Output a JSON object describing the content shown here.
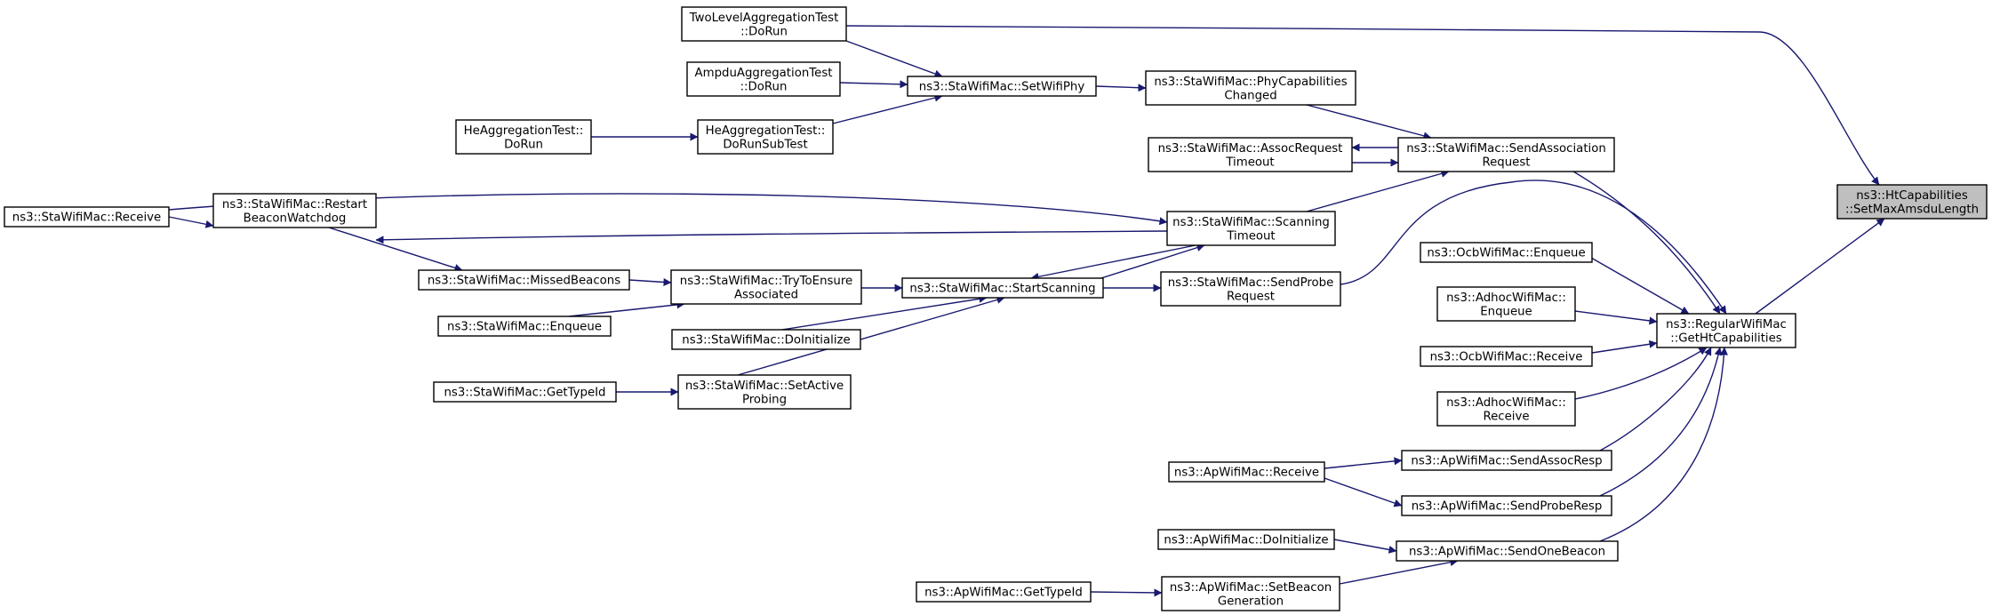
{
  "graph": {
    "nodes": [
      {
        "id": "target",
        "lines": [
          "ns3::HtCapabilities",
          "::SetMaxAmsduLength"
        ],
        "highlight": true
      },
      {
        "id": "twolevel",
        "lines": [
          "TwoLevelAggregationTest",
          "::DoRun"
        ]
      },
      {
        "id": "ampdu",
        "lines": [
          "AmpduAggregationTest",
          "::DoRun"
        ]
      },
      {
        "id": "heagg",
        "lines": [
          "HeAggregationTest::",
          "DoRun"
        ]
      },
      {
        "id": "heaggsub",
        "lines": [
          "HeAggregationTest::",
          "DoRunSubTest"
        ]
      },
      {
        "id": "setwifiphy",
        "lines": [
          "ns3::StaWifiMac::SetWifiPhy"
        ]
      },
      {
        "id": "phycap",
        "lines": [
          "ns3::StaWifiMac::PhyCapabilities",
          "Changed"
        ]
      },
      {
        "id": "assocreq",
        "lines": [
          "ns3::StaWifiMac::AssocRequest",
          "Timeout"
        ]
      },
      {
        "id": "sendassoc",
        "lines": [
          "ns3::StaWifiMac::SendAssociation",
          "Request"
        ]
      },
      {
        "id": "stareceive",
        "lines": [
          "ns3::StaWifiMac::Receive"
        ]
      },
      {
        "id": "restart",
        "lines": [
          "ns3::StaWifiMac::Restart",
          "BeaconWatchdog"
        ]
      },
      {
        "id": "scantimeout",
        "lines": [
          "ns3::StaWifiMac::Scanning",
          "Timeout"
        ]
      },
      {
        "id": "missed",
        "lines": [
          "ns3::StaWifiMac::MissedBeacons"
        ]
      },
      {
        "id": "trytoensure",
        "lines": [
          "ns3::StaWifiMac::TryToEnsure",
          "Associated"
        ]
      },
      {
        "id": "startscan",
        "lines": [
          "ns3::StaWifiMac::StartScanning"
        ]
      },
      {
        "id": "sendprobe",
        "lines": [
          "ns3::StaWifiMac::SendProbe",
          "Request"
        ]
      },
      {
        "id": "staenqueue",
        "lines": [
          "ns3::StaWifiMac::Enqueue"
        ]
      },
      {
        "id": "stadoinit",
        "lines": [
          "ns3::StaWifiMac::DoInitialize"
        ]
      },
      {
        "id": "stagettype",
        "lines": [
          "ns3::StaWifiMac::GetTypeId"
        ]
      },
      {
        "id": "setactive",
        "lines": [
          "ns3::StaWifiMac::SetActive",
          "Probing"
        ]
      },
      {
        "id": "ocbenqueue",
        "lines": [
          "ns3::OcbWifiMac::Enqueue"
        ]
      },
      {
        "id": "adhocenqueue",
        "lines": [
          "ns3::AdhocWifiMac::",
          "Enqueue"
        ]
      },
      {
        "id": "ocbreceive",
        "lines": [
          "ns3::OcbWifiMac::Receive"
        ]
      },
      {
        "id": "adhocreceive",
        "lines": [
          "ns3::AdhocWifiMac::",
          "Receive"
        ]
      },
      {
        "id": "regular",
        "lines": [
          "ns3::RegularWifiMac",
          "::GetHtCapabilities"
        ]
      },
      {
        "id": "apreceive",
        "lines": [
          "ns3::ApWifiMac::Receive"
        ]
      },
      {
        "id": "sendassocresp",
        "lines": [
          "ns3::ApWifiMac::SendAssocResp"
        ]
      },
      {
        "id": "sendproberesp",
        "lines": [
          "ns3::ApWifiMac::SendProbeResp"
        ]
      },
      {
        "id": "apdoinit",
        "lines": [
          "ns3::ApWifiMac::DoInitialize"
        ]
      },
      {
        "id": "sendbeacon",
        "lines": [
          "ns3::ApWifiMac::SendOneBeacon"
        ]
      },
      {
        "id": "apgettype",
        "lines": [
          "ns3::ApWifiMac::GetTypeId"
        ]
      },
      {
        "id": "setbeacongen",
        "lines": [
          "ns3::ApWifiMac::SetBeacon",
          "Generation"
        ]
      }
    ],
    "edges": [
      [
        "twolevel",
        "target"
      ],
      [
        "twolevel",
        "setwifiphy"
      ],
      [
        "ampdu",
        "setwifiphy"
      ],
      [
        "heagg",
        "heaggsub"
      ],
      [
        "heaggsub",
        "setwifiphy"
      ],
      [
        "setwifiphy",
        "phycap"
      ],
      [
        "phycap",
        "sendassoc"
      ],
      [
        "assocreq",
        "sendassoc"
      ],
      [
        "sendassoc",
        "assocreq"
      ],
      [
        "stareceive",
        "restart"
      ],
      [
        "stareceive",
        "scantimeout"
      ],
      [
        "scantimeout",
        "restart"
      ],
      [
        "scantimeout",
        "sendassoc"
      ],
      [
        "scantimeout",
        "startscan"
      ],
      [
        "startscan",
        "scantimeout"
      ],
      [
        "restart",
        "missed"
      ],
      [
        "missed",
        "trytoensure"
      ],
      [
        "staenqueue",
        "trytoensure"
      ],
      [
        "trytoensure",
        "startscan"
      ],
      [
        "stadoinit",
        "startscan"
      ],
      [
        "setactive",
        "startscan"
      ],
      [
        "stagettype",
        "setactive"
      ],
      [
        "startscan",
        "sendprobe"
      ],
      [
        "sendassoc",
        "regular"
      ],
      [
        "sendprobe",
        "regular"
      ],
      [
        "ocbenqueue",
        "regular"
      ],
      [
        "adhocenqueue",
        "regular"
      ],
      [
        "ocbreceive",
        "regular"
      ],
      [
        "adhocreceive",
        "regular"
      ],
      [
        "sendassocresp",
        "regular"
      ],
      [
        "sendproberesp",
        "regular"
      ],
      [
        "sendbeacon",
        "regular"
      ],
      [
        "regular",
        "target"
      ],
      [
        "apreceive",
        "sendassocresp"
      ],
      [
        "apreceive",
        "sendproberesp"
      ],
      [
        "apdoinit",
        "sendbeacon"
      ],
      [
        "setbeacongen",
        "sendbeacon"
      ],
      [
        "apgettype",
        "setbeacongen"
      ]
    ]
  }
}
